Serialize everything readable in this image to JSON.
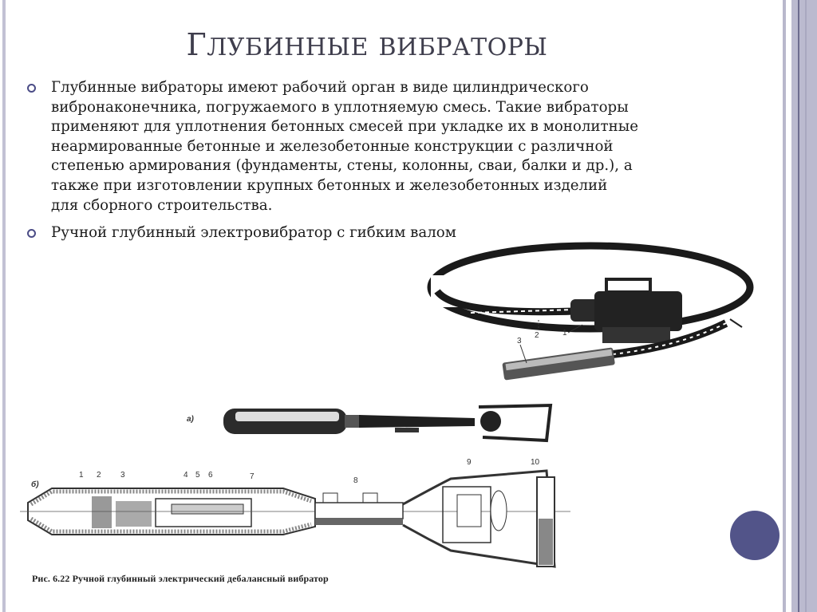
{
  "slide": {
    "title": "Глубинные вибраторы",
    "title_parts": {
      "first_cap": "Г",
      "first_rest": "лубинные",
      "second": "вибраторы"
    },
    "bullets": [
      {
        "text": "Глубинные вибраторы имеют рабочий орган в виде цилиндрического вибронаконечника, погружаемого в уплотняемую смесь. Такие вибраторы применяют для уплотнения бетонных смесей при укладке их в монолитные неармированные бетонные и железобетонные конструкции с различной степенью армирования (фундаменты, стены, колонны, сваи, балки и др.), а также при изготовлении крупных бетонных и железобетонных изделий для сборного строительства.",
        "lines": [
          "Глубинные вибраторы имеют рабочий орган в виде цилиндрического",
          "вибронаконечника, погружаемого в уплотняемую смесь. Такие вибраторы",
          "применяют для уплотнения бетонных смесей при укладке их в монолитные",
          "неармированные бетонные и железобетонные конструкции с различной",
          "степенью армирования (фундаменты, стены, колонны, сваи, балки и др.), а",
          "также при изготовлении крупных бетонных и железобетонных изделий",
          "для сборного строительства."
        ]
      },
      {
        "text": "Ручной глубинный электровибратор с гибким валом",
        "lines": [
          "Ручной глубинный электровибратор с гибким валом"
        ]
      }
    ]
  },
  "figure_top": {
    "description": "flexible-shaft internal vibrator drawing",
    "labels": [
      "1",
      "2",
      "3"
    ]
  },
  "figure_bottom": {
    "view_a_label": "а)",
    "view_b_label": "б)",
    "part_labels": [
      "1",
      "2",
      "3",
      "4",
      "5",
      "6",
      "7",
      "8",
      "9",
      "10"
    ],
    "caption": "Рис. 6.22 Ручной глубинный электрический дебалансный вибратор"
  },
  "theme": {
    "accent": "#525489",
    "title_color": "#3f3e4d",
    "side_bar": "#c2c1d4"
  }
}
